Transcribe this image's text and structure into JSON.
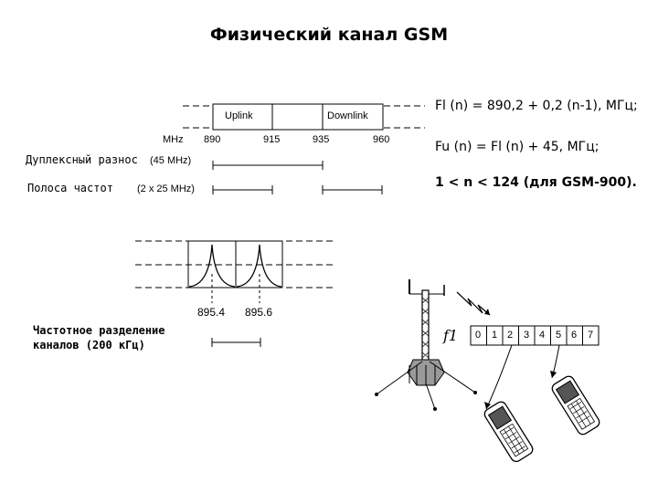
{
  "title": "Физический канал GSM",
  "formulas": {
    "fl": "Fl (n) = 890,2 + 0,2 (n-1), МГц;",
    "fu": "Fu (n) = Fl (n) + 45, МГц;",
    "range": "1 < n < 124 (для GSM-900)."
  },
  "band_plan": {
    "uplink_label": "Uplink",
    "downlink_label": "Downlink",
    "unit_label": "MHz",
    "ticks": [
      "890",
      "915",
      "935",
      "960"
    ],
    "duplex_label": "Дуплексный разнос",
    "duplex_value": "(45 MHz)",
    "band_label": "Полоса частот",
    "band_value": "(2 x 25 MHz)"
  },
  "channel_plot": {
    "freq_1": "895.4",
    "freq_2": "895.6",
    "separation_line1": "Частотное разделение",
    "separation_line2": "каналов (200 кГц)"
  },
  "tdma": {
    "freq_label": "f1",
    "slots": [
      "0",
      "1",
      "2",
      "3",
      "4",
      "5",
      "6",
      "7"
    ]
  }
}
